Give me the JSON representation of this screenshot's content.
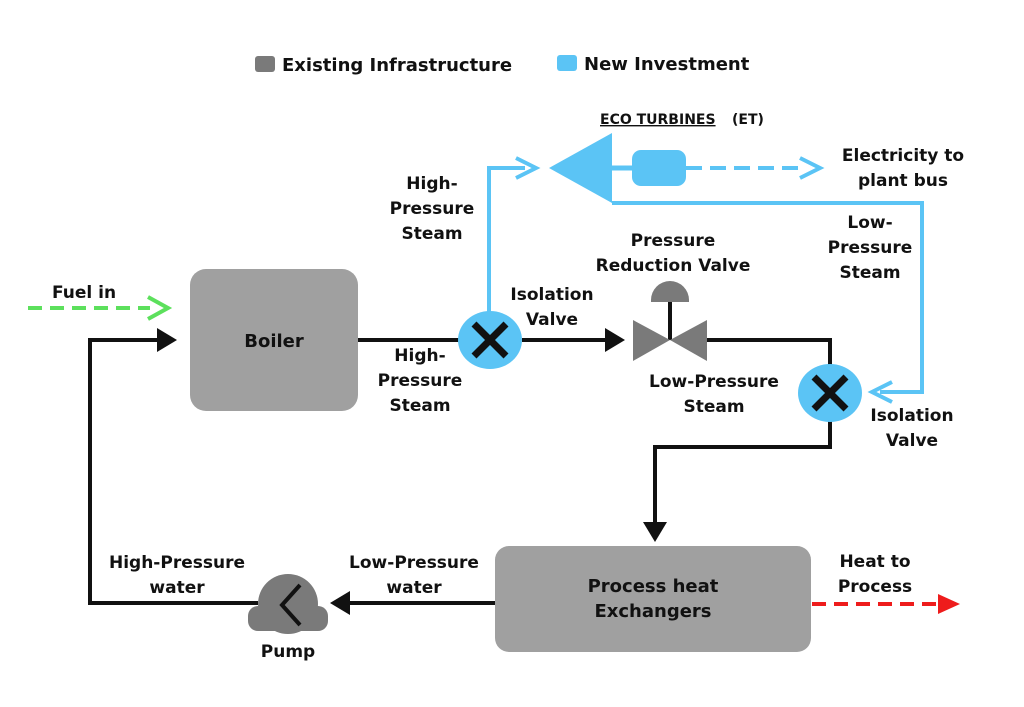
{
  "legend": {
    "existing": {
      "label": "Existing Infrastructure",
      "color": "#7a7a7a"
    },
    "new": {
      "label": "New Investment",
      "color": "#5bc4f5"
    }
  },
  "components": {
    "boiler": "Boiler",
    "heat_exchangers_line1": "Process heat",
    "heat_exchangers_line2": "Exchangers",
    "pump": "Pump",
    "eco_turbines_name": "ECO TURBINES",
    "eco_turbines_abbr": "(ET)",
    "prv_line1": "Pressure",
    "prv_line2": "Reduction Valve",
    "iso1_line1": "Isolation",
    "iso1_line2": "Valve",
    "iso2_line1": "Isolation",
    "iso2_line2": "Valve"
  },
  "flows": {
    "fuel_in": "Fuel in",
    "hp_steam_top": [
      "High-",
      "Pressure",
      "Steam"
    ],
    "hp_steam_bottom": [
      "High-",
      "Pressure",
      "Steam"
    ],
    "lp_steam_right": [
      "Low-",
      "Pressure",
      "Steam"
    ],
    "lp_steam_center": [
      "Low-Pressure",
      "Steam"
    ],
    "electricity": [
      "Electricity to",
      "plant bus"
    ],
    "heat_to_process": [
      "Heat to",
      "Process"
    ],
    "lp_water": [
      "Low-Pressure",
      "water"
    ],
    "hp_water": [
      "High-Pressure",
      "water"
    ]
  },
  "colors": {
    "steam_line": "#111111",
    "new_line": "#5bc4f5",
    "fuel": "#5ce05c",
    "heat": "#ee1c1c",
    "equipment": "#a0a0a0",
    "valve_body": "#7a7a7a"
  }
}
